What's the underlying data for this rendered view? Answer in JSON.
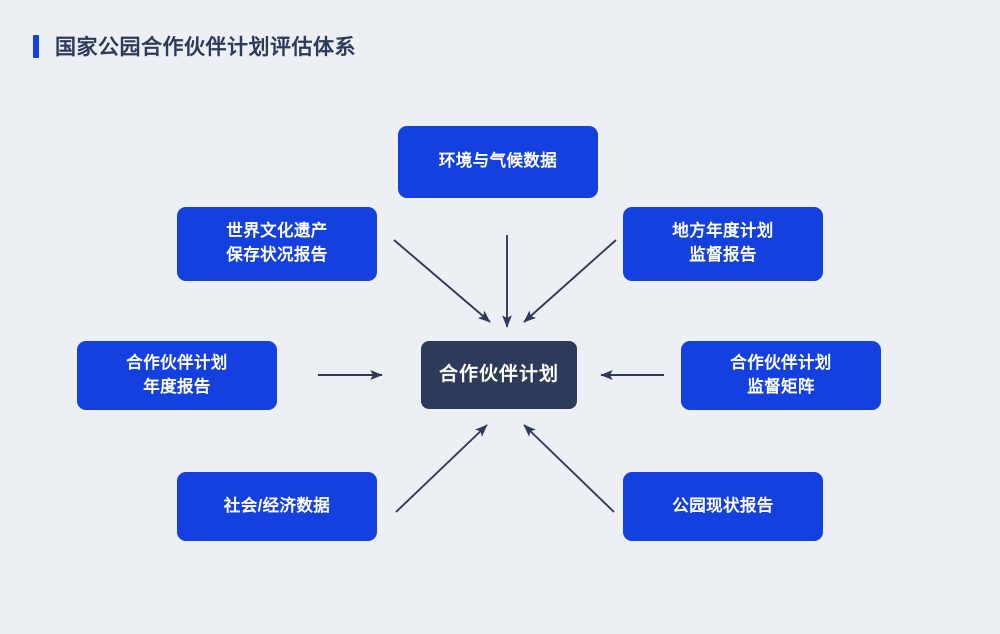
{
  "header": {
    "title": "国家公园合作伙伴计划评估体系",
    "accent_color": "#1540e0"
  },
  "theme": {
    "background": "#eceff3",
    "source_node_color": "#1540e0",
    "center_node_color": "#2e3a59",
    "arrow_color": "#2e3a59",
    "node_text_color": "#ffffff"
  },
  "diagram": {
    "type": "hub-and-spoke",
    "center": {
      "id": "partnership-plan",
      "label": "合作伙伴计划"
    },
    "sources": [
      {
        "id": "environment-climate-data",
        "label": "环境与气候数据",
        "position": "top",
        "arrow_direction": "down"
      },
      {
        "id": "world-heritage-conservation-report",
        "label": "世界文化遗产\n保存状况报告",
        "position": "top-left",
        "arrow_direction": "down-right"
      },
      {
        "id": "local-annual-plan-supervision-report",
        "label": "地方年度计划\n监督报告",
        "position": "top-right",
        "arrow_direction": "down-left"
      },
      {
        "id": "partnership-plan-annual-report",
        "label": "合作伙伴计划\n年度报告",
        "position": "left",
        "arrow_direction": "right"
      },
      {
        "id": "partnership-plan-supervision-matrix",
        "label": "合作伙伴计划\n监督矩阵",
        "position": "right",
        "arrow_direction": "left"
      },
      {
        "id": "social-economic-data",
        "label": "社会/经济数据",
        "position": "bottom-left",
        "arrow_direction": "up-right"
      },
      {
        "id": "park-status-report",
        "label": "公园现状报告",
        "position": "bottom-right",
        "arrow_direction": "up-left"
      }
    ]
  }
}
